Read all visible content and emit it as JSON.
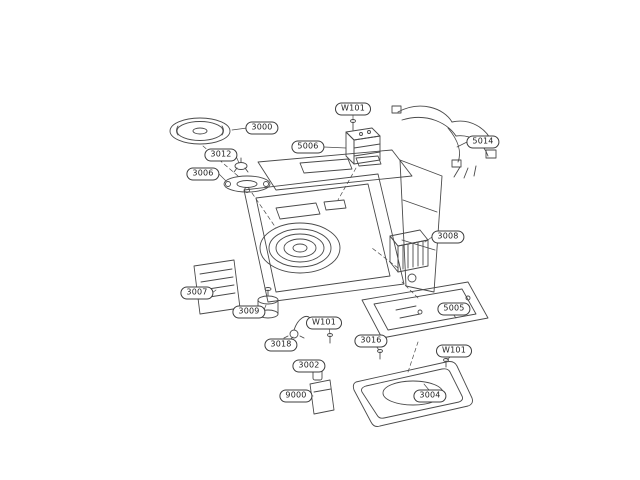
{
  "diagram": {
    "parts": [
      {
        "label": "3000"
      },
      {
        "label": "3012"
      },
      {
        "label": "3006"
      },
      {
        "label": "W101"
      },
      {
        "label": "5006"
      },
      {
        "label": "5014"
      },
      {
        "label": "3008"
      },
      {
        "label": "3007"
      },
      {
        "label": "3009"
      },
      {
        "label": "W101"
      },
      {
        "label": "3018"
      },
      {
        "label": "3016"
      },
      {
        "label": "3002"
      },
      {
        "label": "9000"
      },
      {
        "label": "3004"
      },
      {
        "label": "5005"
      },
      {
        "label": "W101"
      }
    ],
    "line_color": "#4a4a4a",
    "background_color": "#ffffff"
  }
}
